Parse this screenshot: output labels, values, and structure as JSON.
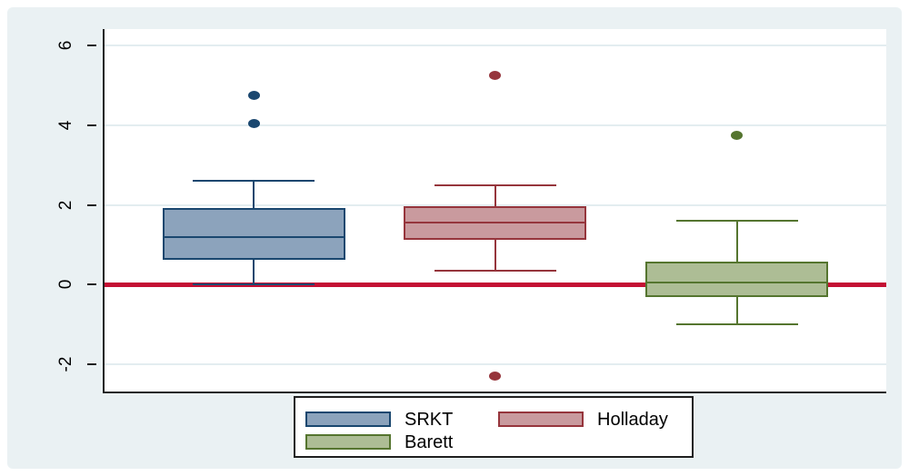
{
  "figure": {
    "background": "#ffffff",
    "canvas_background": "#EAF1F3",
    "plot_background": "#ffffff",
    "axis_color": "#1F1F1F",
    "gridline_color": "#E3EDF0"
  },
  "chart_data": {
    "type": "box",
    "title": "",
    "xlabel": "",
    "ylabel": "",
    "ylim": [
      -2.7,
      6.4
    ],
    "yticks": [
      6,
      4,
      2,
      0,
      -2
    ],
    "grid": "horizontal",
    "legend_position": "bottom-center",
    "zero_line": {
      "value": 0,
      "color": "#C41034"
    },
    "series": [
      {
        "name": "SRKT",
        "line_color": "#1A476F",
        "fill_color": "#8CA3BC",
        "whisker_low": 0.0,
        "q1": 0.65,
        "median": 1.2,
        "q3": 1.9,
        "whisker_high": 2.6,
        "outliers": [
          4.05,
          4.75
        ]
      },
      {
        "name": "Holladay",
        "line_color": "#96353C",
        "fill_color": "#C99A9E",
        "whisker_low": 0.35,
        "q1": 1.15,
        "median": 1.55,
        "q3": 1.95,
        "whisker_high": 2.5,
        "outliers": [
          5.25,
          -2.3
        ]
      },
      {
        "name": "Barett",
        "line_color": "#55752F",
        "fill_color": "#ADBD95",
        "whisker_low": -1.0,
        "q1": -0.3,
        "median": 0.05,
        "q3": 0.55,
        "whisker_high": 1.6,
        "outliers": [
          3.75
        ]
      }
    ]
  },
  "legend": {
    "items": [
      "SRKT",
      "Holladay",
      "Barett"
    ]
  }
}
